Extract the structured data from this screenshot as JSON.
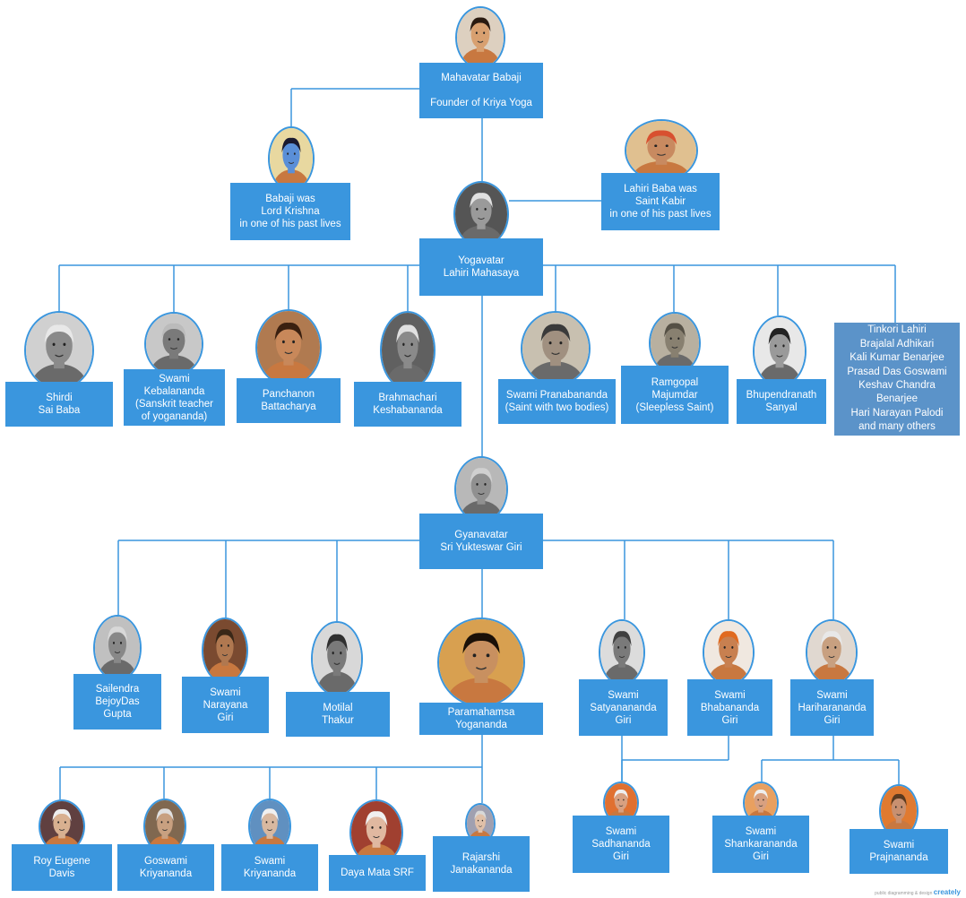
{
  "colors": {
    "box": "#3a96de",
    "box_alt": "#5b93c9",
    "line": "#3a96de"
  },
  "nodes": [
    {
      "id": "babaji",
      "text": "Mahavatar Babaji\n\nFounder of Kriya Yoga",
      "photo": {
        "skin": "#d8a070",
        "hair": "#2a1a10",
        "bg": "#ddd0c0",
        "gray": false
      }
    },
    {
      "id": "krishna",
      "text": "Babaji was\nLord Krishna\nin one of his past lives",
      "photo": {
        "skin": "#5a8fd8",
        "hair": "#1a1a30",
        "bg": "#e8d8a0",
        "gray": false
      }
    },
    {
      "id": "kabir",
      "text": "Lahiri Baba was\nSaint Kabir\nin one of his past lives",
      "photo": {
        "skin": "#c88a60",
        "hair": "#d85030",
        "bg": "#e0c090",
        "gray": false
      }
    },
    {
      "id": "lahiri",
      "text": "Yogavatar\nLahiri Mahasaya",
      "photo": {
        "skin": "#9a9a9a",
        "hair": "#e0e0e0",
        "bg": "#555555",
        "gray": true
      }
    },
    {
      "id": "sai",
      "text": "Shirdi\nSai Baba",
      "photo": {
        "skin": "#8a8a8a",
        "hair": "#e8e8e8",
        "bg": "#d0d0d0",
        "gray": true
      }
    },
    {
      "id": "kebalananda",
      "text": "Swami Kebalananda\n(Sanskrit teacher\nof yogananda)",
      "photo": {
        "skin": "#7a7a7a",
        "hair": "#bbbbbb",
        "bg": "#c8c8c8",
        "gray": true
      }
    },
    {
      "id": "panchanon",
      "text": "Panchanon\nBattacharya",
      "photo": {
        "skin": "#c8885a",
        "hair": "#3a2010",
        "bg": "#b07a50",
        "gray": false
      }
    },
    {
      "id": "keshabananda",
      "text": "Brahmachari\nKeshabananda",
      "photo": {
        "skin": "#8a8a8a",
        "hair": "#e0e0e0",
        "bg": "#606060",
        "gray": true
      }
    },
    {
      "id": "pranabananda",
      "text": "Swami Pranabananda\n(Saint with two bodies)",
      "photo": {
        "skin": "#a09080",
        "hair": "#3a3a3a",
        "bg": "#c8c0b0",
        "gray": true
      }
    },
    {
      "id": "ramgopal",
      "text": "Ramgopal\nMajumdar\n(Sleepless Saint)",
      "photo": {
        "skin": "#888070",
        "hair": "#555045",
        "bg": "#b8b0a0",
        "gray": true
      }
    },
    {
      "id": "bhupendranath",
      "text": "Bhupendranath\nSanyal",
      "photo": {
        "skin": "#9a9a9a",
        "hair": "#222222",
        "bg": "#e8e8e8",
        "gray": true
      }
    },
    {
      "id": "tinkori",
      "text": "Tinkori Lahiri\nBrajalal Adhikari\nKali Kumar Benarjee\nPrasad Das Goswami\nKeshav Chandra\nBenarjee\nHari Narayan Palodi\nand many others"
    },
    {
      "id": "yukteswar",
      "text": "Gyanavatar\nSri Yukteswar Giri",
      "photo": {
        "skin": "#909090",
        "hair": "#d0d0d0",
        "bg": "#b8b8b8",
        "gray": true
      }
    },
    {
      "id": "sailendra",
      "text": "Sailendra\nBejoyDas\nGupta",
      "photo": {
        "skin": "#888888",
        "hair": "#d8d8d8",
        "bg": "#c0c0c0",
        "gray": true
      }
    },
    {
      "id": "narayana",
      "text": "Swami\nNarayana\nGiri",
      "photo": {
        "skin": "#b07850",
        "hair": "#3a2818",
        "bg": "#7a4a30",
        "gray": false
      }
    },
    {
      "id": "motilal",
      "text": "Motilal\nThakur",
      "photo": {
        "skin": "#7a7a7a",
        "hair": "#303030",
        "bg": "#d8d8d8",
        "gray": true
      }
    },
    {
      "id": "yogananda",
      "text": "Paramahamsa Yogananda",
      "photo": {
        "skin": "#c89060",
        "hair": "#1a1008",
        "bg": "#d8a050",
        "gray": false
      }
    },
    {
      "id": "satyananda",
      "text": "Swami\nSatyanananda\nGiri",
      "photo": {
        "skin": "#7a7a7a",
        "hair": "#404040",
        "bg": "#dcdcdc",
        "gray": true
      }
    },
    {
      "id": "bhabananda",
      "text": "Swami\nBhabananda\nGiri",
      "photo": {
        "skin": "#c88050",
        "hair": "#e06a20",
        "bg": "#f0e8e0",
        "gray": false
      }
    },
    {
      "id": "hariharananda",
      "text": "Swami\nHariharananda\nGiri",
      "photo": {
        "skin": "#c8a080",
        "hair": "#e8e8e8",
        "bg": "#e0d8d0",
        "gray": false
      }
    },
    {
      "id": "davis",
      "text": "Roy Eugene\nDavis",
      "photo": {
        "skin": "#d8b090",
        "hair": "#eeeeee",
        "bg": "#604040",
        "gray": false
      }
    },
    {
      "id": "goswami",
      "text": "Goswami\nKriyananda",
      "photo": {
        "skin": "#c8a080",
        "hair": "#e0e0e0",
        "bg": "#806850",
        "gray": false
      }
    },
    {
      "id": "kriyananda",
      "text": "Swami\nKriyananda",
      "photo": {
        "skin": "#d8b8a0",
        "hair": "#f0f0f0",
        "bg": "#6090c0",
        "gray": false
      }
    },
    {
      "id": "dayamata",
      "text": "Daya Mata SRF",
      "photo": {
        "skin": "#e0b8a0",
        "hair": "#f0f0f0",
        "bg": "#a04030",
        "gray": false
      }
    },
    {
      "id": "rajarshi",
      "text": "Rajarshi\nJanakananda",
      "photo": {
        "skin": "#e0c0a8",
        "hair": "#d8d8d8",
        "bg": "#a0a0b0",
        "gray": false
      }
    },
    {
      "id": "sadhananda",
      "text": "Swami\nSadhananda\nGiri",
      "photo": {
        "skin": "#d8a080",
        "hair": "#eeeeee",
        "bg": "#e07030",
        "gray": false
      }
    },
    {
      "id": "shankarananda",
      "text": "Swami\nShankarananda\nGiri",
      "photo": {
        "skin": "#d8a080",
        "hair": "#eeeeee",
        "bg": "#e8a060",
        "gray": false
      }
    },
    {
      "id": "prajnananda",
      "text": "Swami\nPrajnananda",
      "photo": {
        "skin": "#c89070",
        "hair": "#5a3a20",
        "bg": "#e07a30",
        "gray": false
      }
    }
  ],
  "footer": {
    "small": "public diagramming & design",
    "brand": "creately"
  }
}
